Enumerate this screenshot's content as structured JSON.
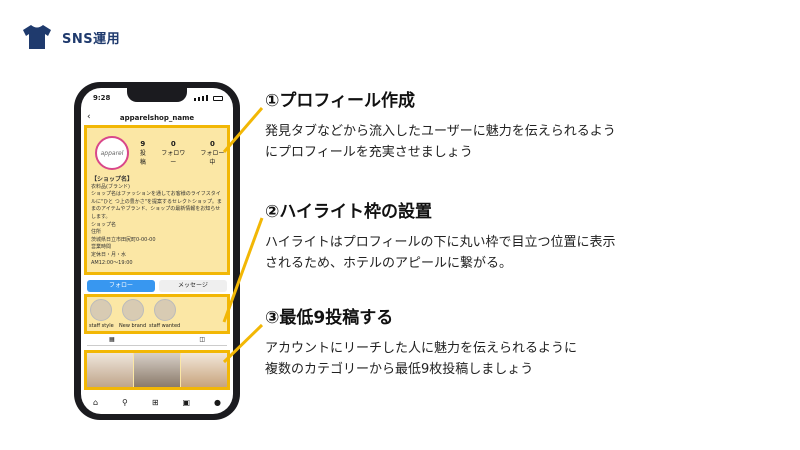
{
  "header": {
    "label": "SNS運用",
    "icon": "tshirt-icon",
    "icon_color": "#1f3a6d"
  },
  "phone": {
    "time": "9:28",
    "username": "apparelshop_name",
    "avatar_text": "apparel",
    "stats": [
      {
        "num": "9",
        "label": "投稿"
      },
      {
        "num": "0",
        "label": "フォロワー"
      },
      {
        "num": "0",
        "label": "フォロー中"
      }
    ],
    "bio": {
      "name": "【ショップ名】",
      "category": "衣料品(ブランド)",
      "lines": [
        "ショップ名はファッションを通してお客様のライフスタイ",
        "ルに\"ひと つ上の豊かさ\"を提案するセレクトショップ。ま",
        "まのアイテムやブランド、ショップの最新情報をお知らせ",
        "します。",
        "ショップ名",
        "住所",
        "茨城県日立市田尻町0-00-00",
        "営業時間",
        "定休日・月・水",
        "AM12:00〜19:00"
      ]
    },
    "buttons": {
      "follow": "フォロー",
      "message": "メッセージ"
    },
    "stories": [
      "staff style",
      "New brand",
      "staff wanted"
    ]
  },
  "sections": [
    {
      "title": "①プロフィール作成",
      "lines": [
        "発見タブなどから流入したユーザーに魅力を伝えられるよう",
        "にプロフィールを充実させましょう"
      ]
    },
    {
      "title": "②ハイライト枠の設置",
      "lines": [
        "ハイライトはプロフィールの下に丸い枠で目立つ位置に表示",
        "されるため、ホテルのアピールに繋がる。"
      ]
    },
    {
      "title": "③最低9投稿する",
      "lines": [
        "アカウントにリーチした人に魅力を伝えられるように",
        "複数のカテゴリーから最低9枚投稿しましょう"
      ]
    }
  ],
  "colors": {
    "highlight_border": "#f2b705",
    "highlight_fill": "#fbe7a5",
    "follow_button": "#3897f0"
  }
}
